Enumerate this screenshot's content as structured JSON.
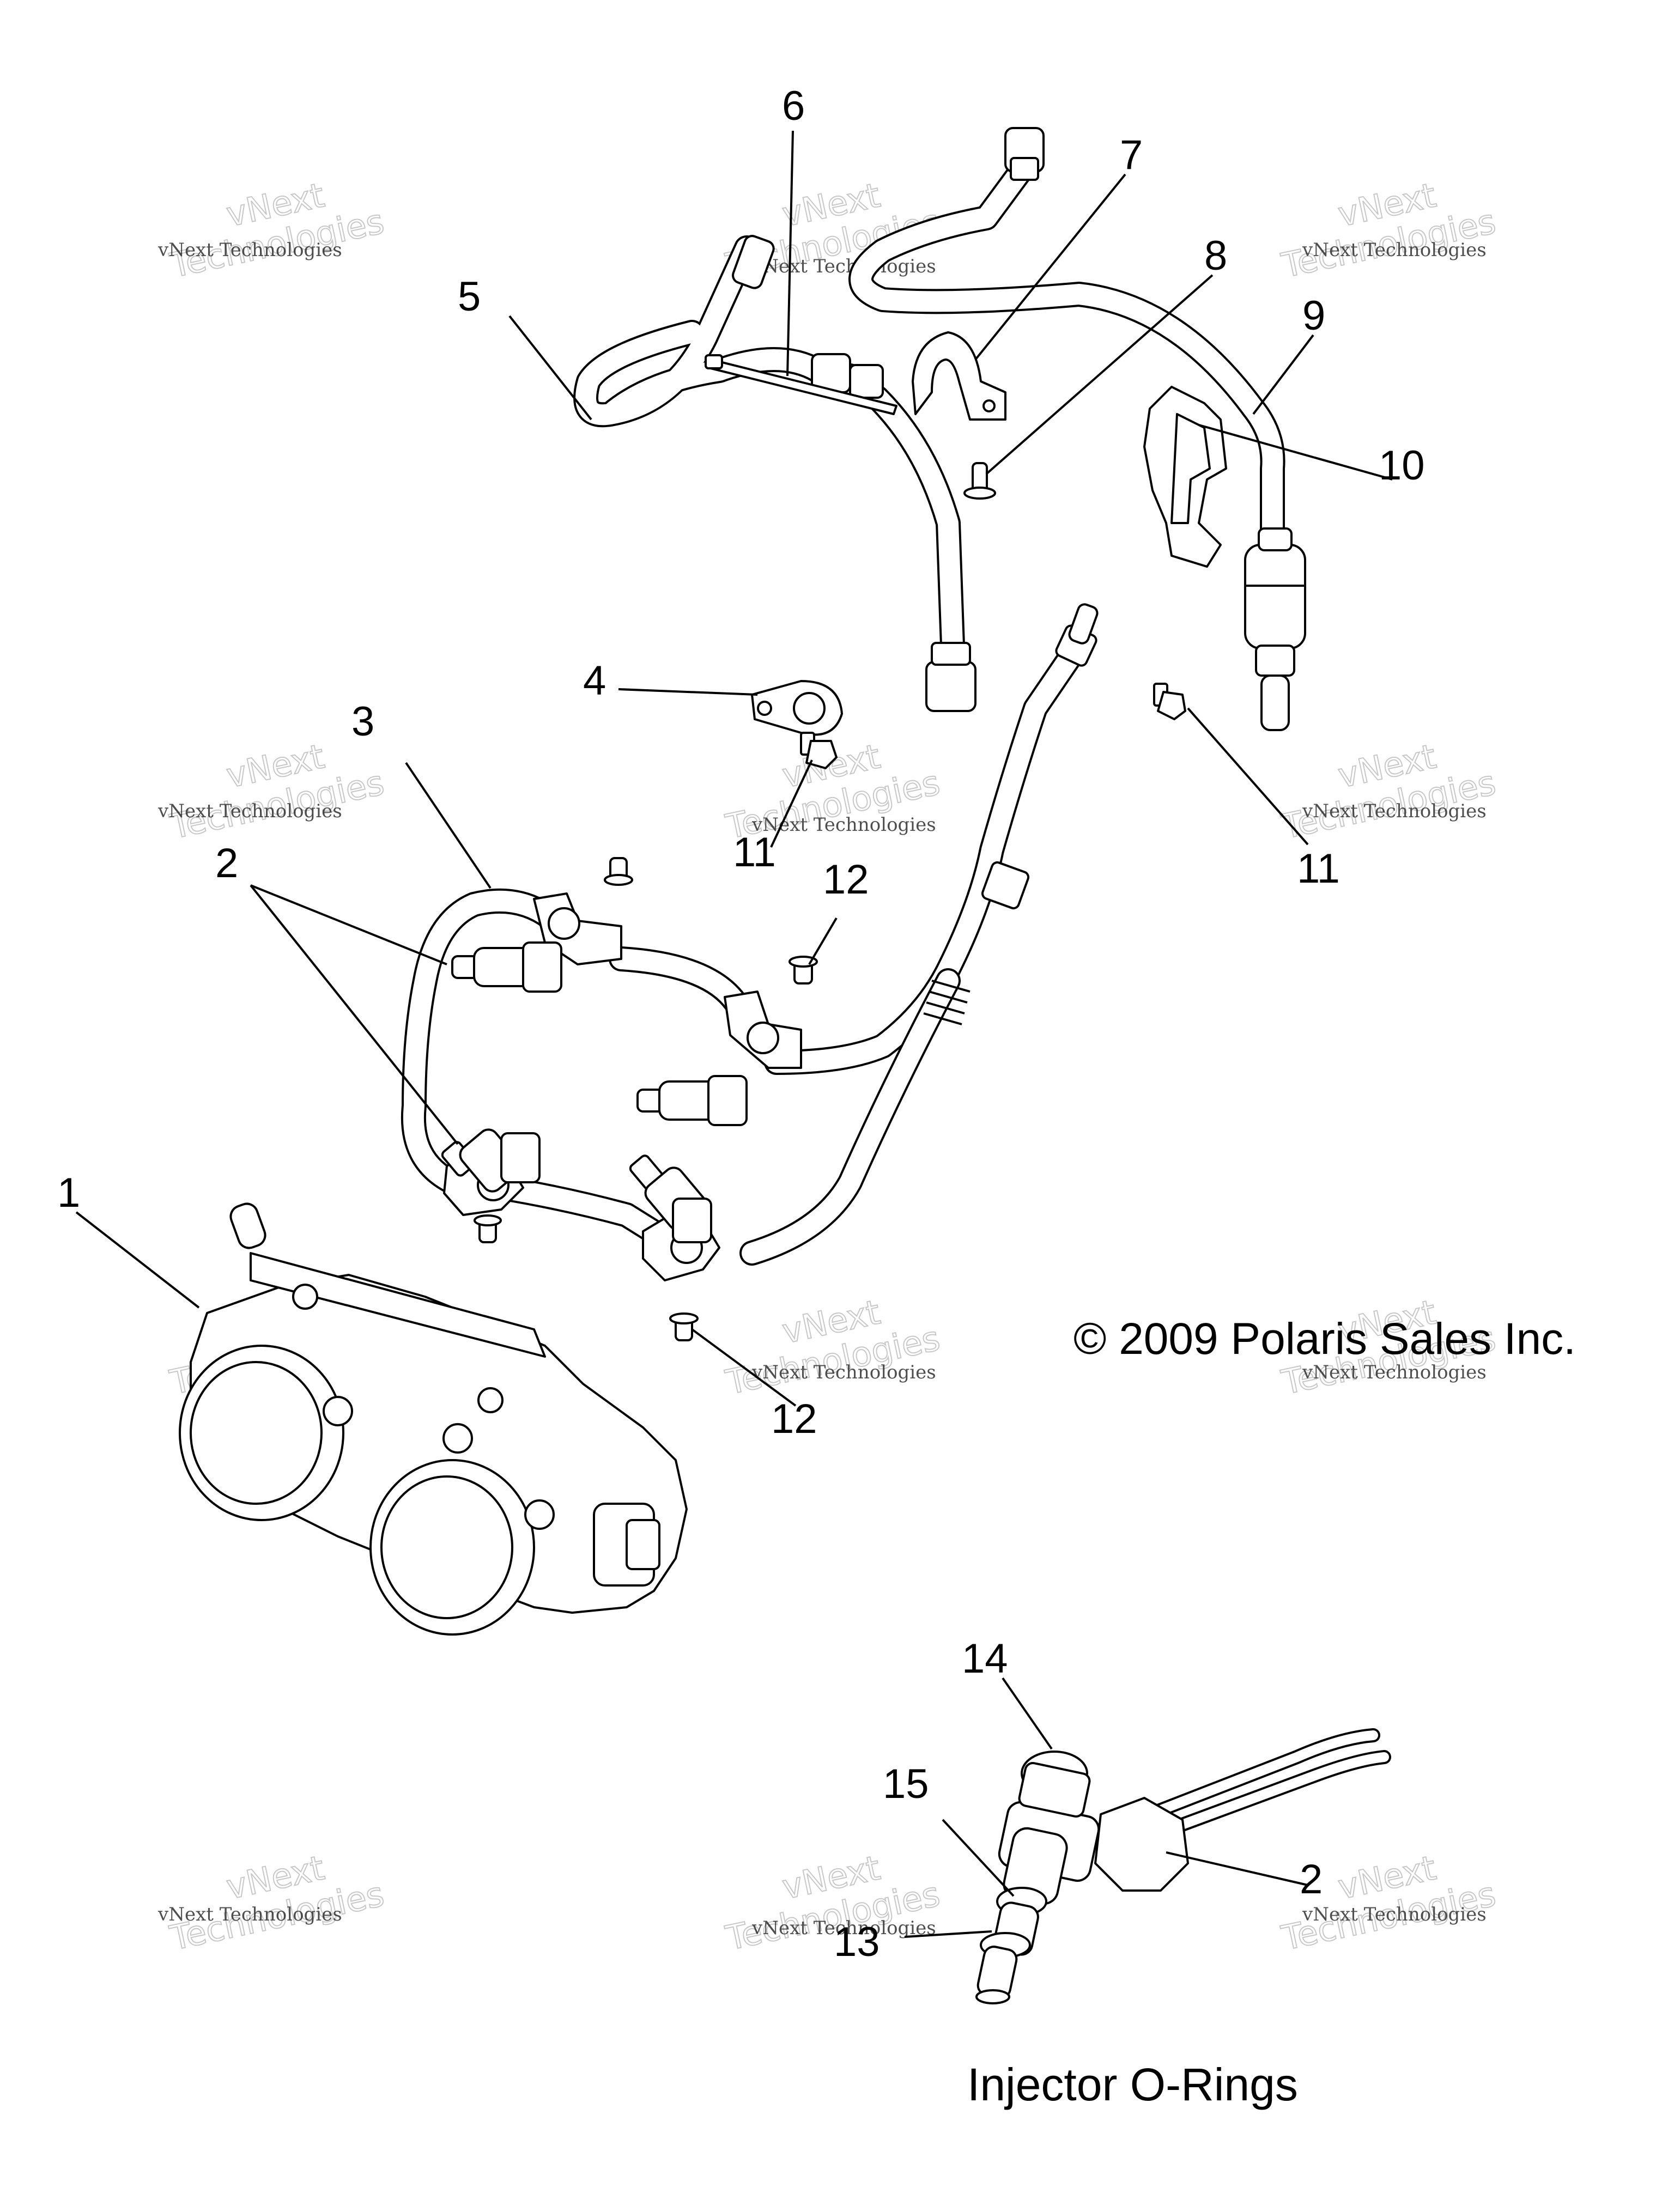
{
  "callouts": {
    "c1": "1",
    "c2a": "2",
    "c2b": "2",
    "c3": "3",
    "c4": "4",
    "c5": "5",
    "c6": "6",
    "c7": "7",
    "c8": "8",
    "c9": "9",
    "c10": "10",
    "c11a": "11",
    "c11b": "11",
    "c12a": "12",
    "c12b": "12",
    "c13": "13",
    "c14": "14",
    "c15": "15"
  },
  "copyright": "© 2009 Polaris Sales Inc.",
  "section_title": "Injector O-Rings",
  "watermark": {
    "line1": "vNext Technologies",
    "big1": "vNext",
    "big2": "Technologies"
  }
}
